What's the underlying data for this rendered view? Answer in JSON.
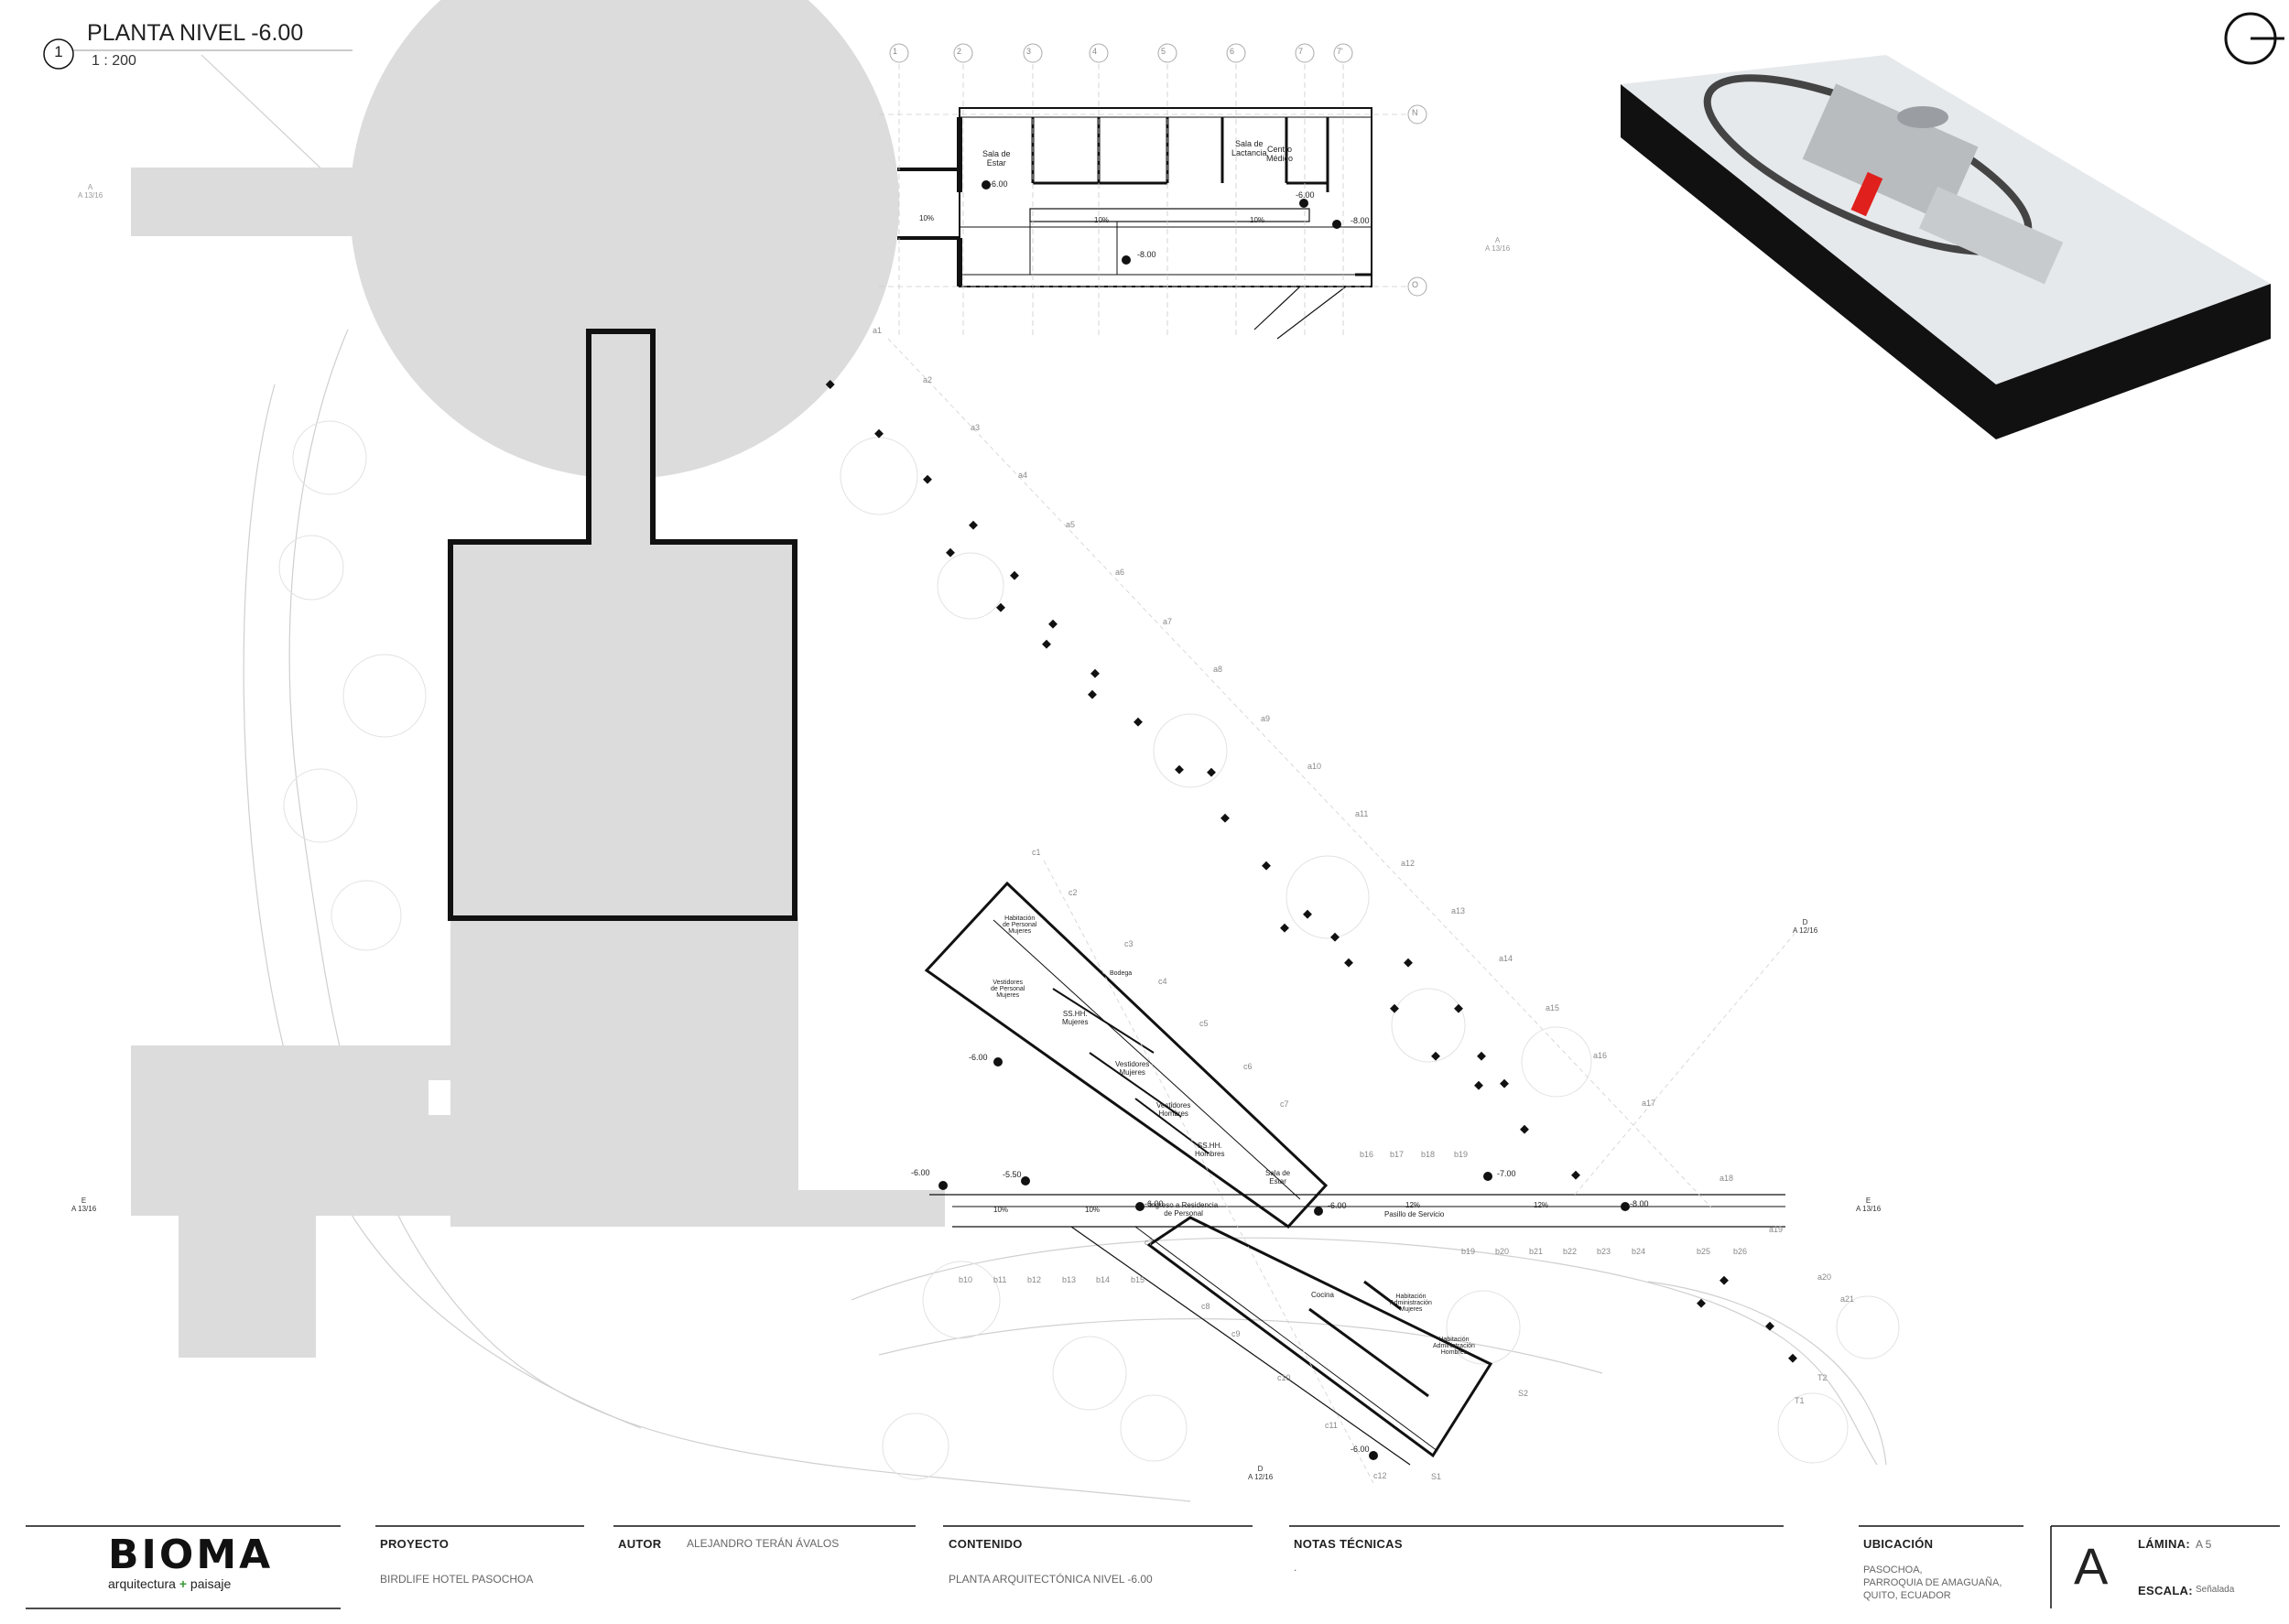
{
  "drawing": {
    "number": "1",
    "title": "PLANTA NIVEL -6.00",
    "scale": "1 : 200"
  },
  "grid_top": [
    "1",
    "2",
    "3",
    "4",
    "5",
    "6",
    "7",
    "7'"
  ],
  "grid_side": [
    "N",
    "O"
  ],
  "rooms_top": [
    {
      "label": "Sala de\nEstar"
    },
    {
      "label": "Sala de\nLactancia"
    },
    {
      "label": "Centro\nMédico"
    }
  ],
  "rooms_bottom": [
    {
      "label": "SS.HH.\nMujeres"
    },
    {
      "label": "Vestidores\nMujeres"
    },
    {
      "label": "Vestidores\nHombres"
    },
    {
      "label": "SS.HH.\nHombres"
    },
    {
      "label": "Sala de\nEstar"
    },
    {
      "label": "Ingreso a Residencia\nde Personal"
    },
    {
      "label": "Pasillo de Servicio"
    },
    {
      "label": "Cocina"
    },
    {
      "label": "Habitación\nAdministración\nMujeres"
    },
    {
      "label": "Habitación\nAdministración\nHombres"
    },
    {
      "label": "Habitación\nde Personal\nMujeres"
    },
    {
      "label": "Vestidores\nde Personal\nMujeres"
    },
    {
      "label": "Bodega"
    }
  ],
  "levels": [
    "-6.00",
    "-6.00",
    "-8.00",
    "-8.00",
    "-6.00",
    "-5.50",
    "-6.00",
    "-6.00",
    "-6.00",
    "-7.00",
    "-8.00",
    "-6.00"
  ],
  "slopes": [
    "10%",
    "10%",
    "10%",
    "10%",
    "10%",
    "12%",
    "12%"
  ],
  "axis_a": [
    "a1",
    "a2",
    "a3",
    "a4",
    "a5",
    "a6",
    "a7",
    "a8",
    "a9",
    "a10",
    "a11",
    "a12",
    "a13",
    "a14",
    "a15",
    "a16",
    "a17",
    "a18",
    "a19",
    "a20",
    "a21"
  ],
  "axis_c": [
    "c1",
    "c2",
    "c3",
    "c4",
    "c5",
    "c6",
    "c7",
    "c7",
    "c8",
    "c9",
    "c10",
    "c11",
    "c12"
  ],
  "axis_b_top": [
    "b16",
    "b17",
    "b18",
    "b19"
  ],
  "axis_b_bottom": [
    "b19",
    "b20",
    "b21",
    "b22",
    "b23",
    "b24",
    "b25",
    "b26"
  ],
  "axis_b_left": [
    "b10",
    "b11",
    "b12",
    "b13",
    "b14",
    "b15"
  ],
  "axis_misc": [
    "S1",
    "S2",
    "T1",
    "T2"
  ],
  "section_marks": [
    {
      "letter": "A",
      "ref": "A 13/16"
    },
    {
      "letter": "A",
      "ref": "A 13/16"
    },
    {
      "letter": "D",
      "ref": "A 12/16"
    },
    {
      "letter": "E",
      "ref": "A 13/16"
    },
    {
      "letter": "E",
      "ref": "A 13/16"
    },
    {
      "letter": "D",
      "ref": "A 12/16"
    }
  ],
  "title_block": {
    "logo": "BIOMA",
    "logo_sub_left": "arquitectura",
    "logo_plus": "+",
    "logo_sub_right": "paisaje",
    "proyecto_label": "PROYECTO",
    "proyecto_value": "BIRDLIFE HOTEL PASOCHOA",
    "autor_label": "AUTOR",
    "autor_value": "ALEJANDRO TERÁN ÁVALOS",
    "contenido_label": "CONTENIDO",
    "contenido_value": "PLANTA ARQUITECTÓNICA NIVEL -6.00",
    "notas_label": "NOTAS TÉCNICAS",
    "notas_value": ".",
    "ubicacion_label": "UBICACIÓN",
    "ubicacion_lines": [
      "PASOCHOA,",
      "PARROQUIA DE AMAGUAÑA,",
      "QUITO, ECUADOR"
    ],
    "big_letter": "A",
    "lamina_label": "LÁMINA:",
    "lamina_value": "A 5",
    "escala_label": "ESCALA:",
    "escala_value": "Señalada"
  },
  "colors": {
    "mass_gray": "#dcdcdc",
    "line": "#111111",
    "accent_red": "#e0201c",
    "plus_green": "#3a9a3a"
  }
}
